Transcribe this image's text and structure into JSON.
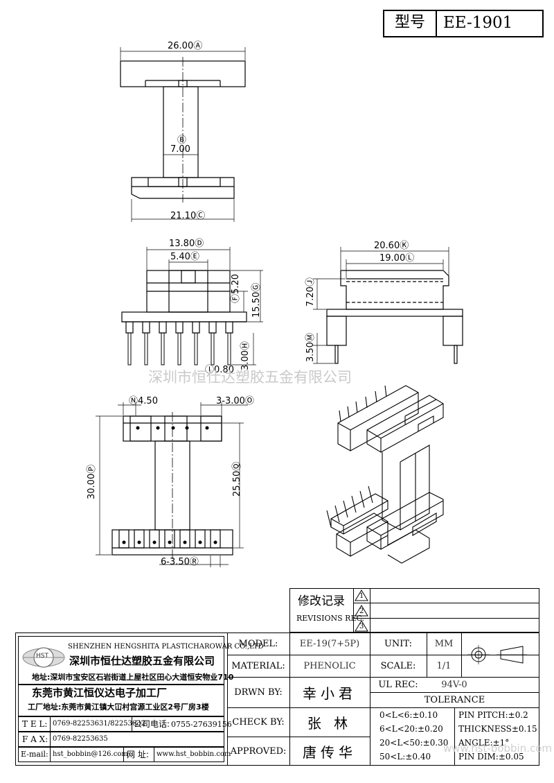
{
  "title_block": {
    "type_label": "型号",
    "part_number": "EE-1901"
  },
  "watermark": "深圳市恒仕达塑胶五金有限公司",
  "footer_watermark": "www.hst-bobbin.com",
  "dimensions": {
    "a": "26.00",
    "a_mark": "Ⓐ",
    "b": "7.00",
    "b_mark": "Ⓑ",
    "c": "21.10",
    "c_mark": "Ⓒ",
    "d": "13.80",
    "d_mark": "Ⓓ",
    "e": "5.40",
    "e_mark": "Ⓔ",
    "f": "5.20",
    "f_mark": "Ⓕ",
    "g": "15.50",
    "g_mark": "Ⓖ",
    "h": "3.00",
    "h_mark": "Ⓗ",
    "i": "0.80",
    "i_mark": "Ⓘ",
    "j": "7.20",
    "j_mark": "Ⓙ",
    "k": "20.60",
    "k_mark": "Ⓚ",
    "l": "19.00",
    "l_mark": "Ⓛ",
    "m": "3.50",
    "m_mark": "Ⓜ",
    "n": "4.50",
    "n_mark": "Ⓝ",
    "o": "3-3.00",
    "o_mark": "Ⓞ",
    "p": "30.00",
    "p_mark": "Ⓟ",
    "q": "25.50",
    "q_mark": "Ⓠ",
    "r": "6-3.50",
    "r_mark": "Ⓡ"
  },
  "revisions": {
    "title_cn": "修改记录",
    "title_en": "REVISIONS REC.",
    "marks": [
      "1",
      "2",
      "3"
    ]
  },
  "company": {
    "name_en": "SHENZHEN HENGSHITA PLASTICHAROWAR CO.,LTD",
    "name_cn": "深圳市恒仕达塑胶五金有限公司",
    "logo_text": "HST",
    "address": "地址:深圳市宝安区石岩街道上屋社区田心大道恒安物业710",
    "factory": "东莞市黄江恒仪达电子加工厂",
    "factory_address": "工厂地址:东莞市黄江镇大冚村宫源工业区2号厂房3楼",
    "tel_label": "T E L:",
    "tel": "0769-82253631/82253632",
    "company_phone_label": "公司电话:",
    "company_phone": "0755-27639156",
    "fax_label": "F A X:",
    "fax": "0769-82253635",
    "email_label": "E-mail:",
    "email": "hst_bobbin@126.com",
    "web_label": "网 址:",
    "web": "www.hst_bobbin.com"
  },
  "spec": {
    "model_label": "MODEL:",
    "model": "EE-19(7+5P)",
    "material_label": "MATERIAL:",
    "material": "PHENOLIC",
    "drawn_label": "DRWN BY:",
    "drawn": "幸小君",
    "check_label": "CHECK BY:",
    "check": "张 林",
    "approved_label": "APPROVED:",
    "approved": "唐传华",
    "unit_label": "UNIT:",
    "unit": "MM",
    "scale_label": "SCALE:",
    "scale": "1/1",
    "ul_label": "UL REC:",
    "ul": "94V-0",
    "tolerance_label": "TOLERANCE",
    "tol_1": "0<L<6:±0.10",
    "tol_2": "6<L<20:±0.20",
    "tol_3": "20<L<50:±0.30",
    "tol_4": "50<L:±0.40",
    "pin_pitch": "PIN PITCH:±0.2",
    "thickness": "THICKNESS±0.15",
    "angle": "ANGLE:±1°",
    "pin_dim": "PIN DIM:±0.05"
  }
}
